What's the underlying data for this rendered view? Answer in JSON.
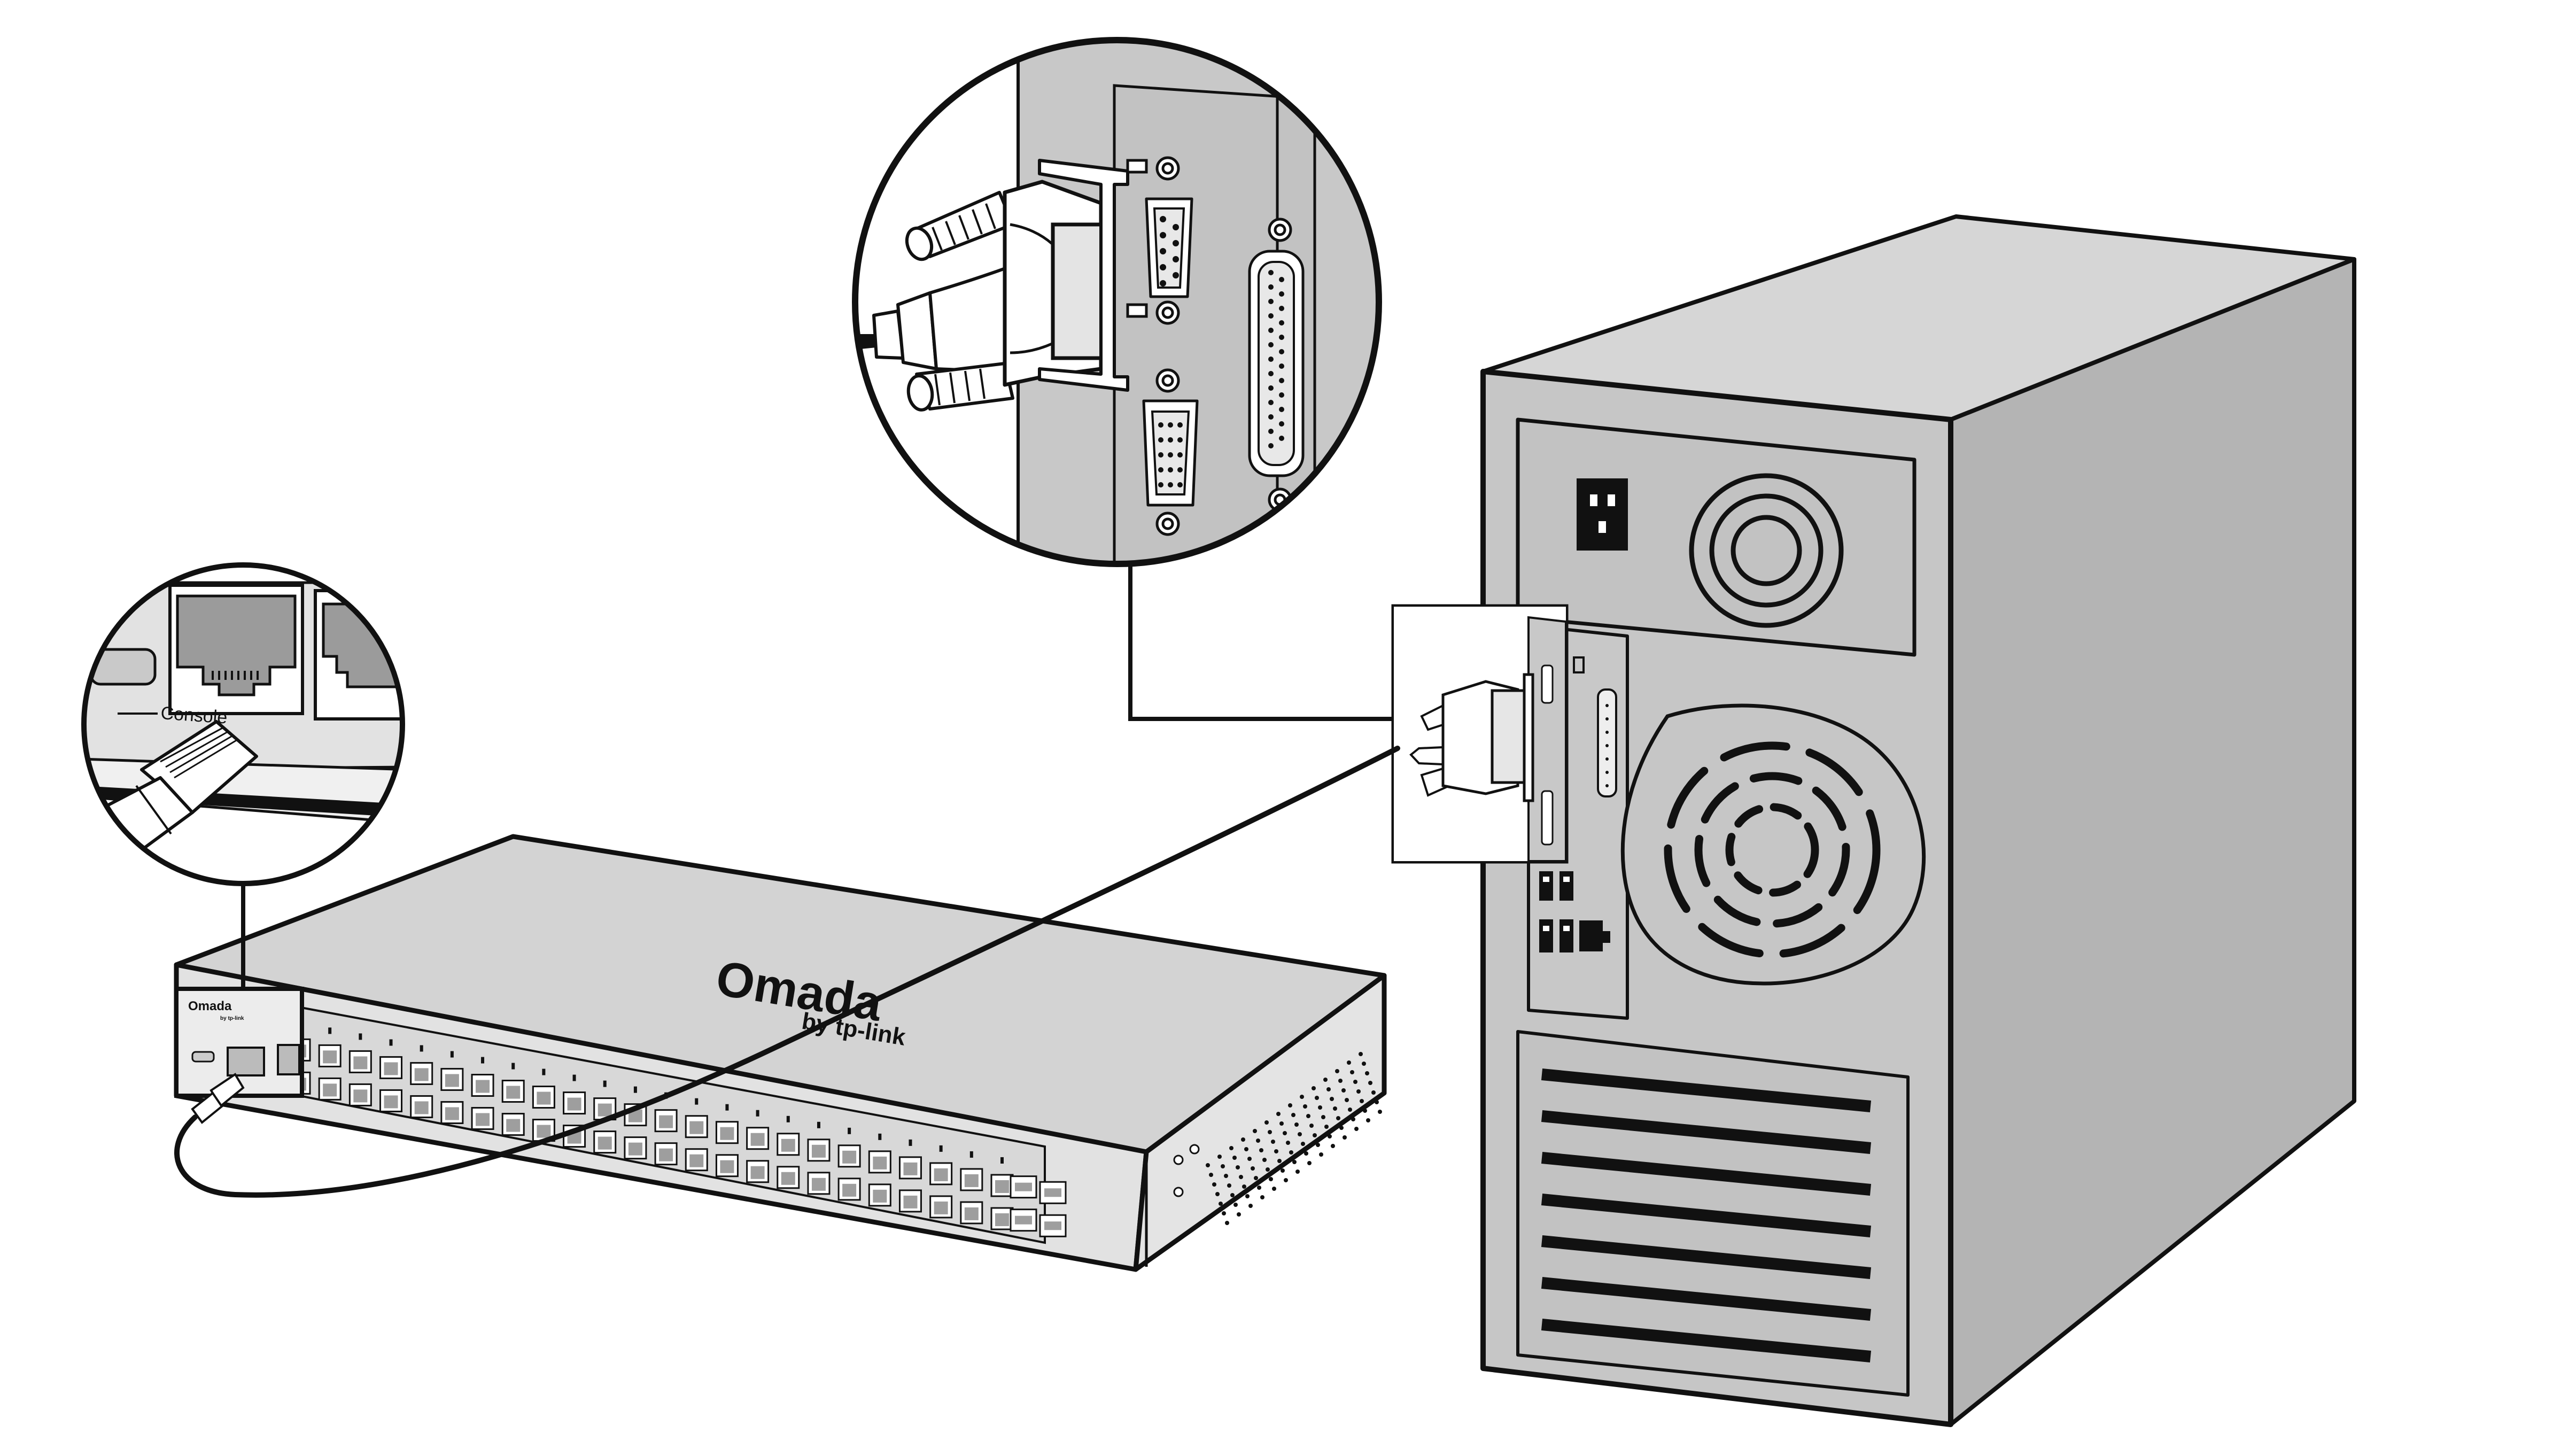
{
  "switch": {
    "brand": "Omada",
    "brand_sub": "by tp-link",
    "panel_brand": "Omada",
    "panel_sub": "by tp-link",
    "rj45_port_count": 48,
    "sfp_port_count": 4
  },
  "zoom_console": {
    "port_label": "Console"
  },
  "colors": {
    "stroke": "#111111",
    "switch_body": "#d3d3d3",
    "switch_front": "#e2e2e2",
    "pc_body": "#c6c6c6",
    "pc_side": "#b4b4b4",
    "pc_top": "#d6d6d6",
    "panel": "#eeeeee",
    "background": "#ffffff"
  },
  "icons": {
    "switch": "network-switch-icon",
    "pc": "desktop-tower-icon",
    "db9": "serial-db9-connector-icon",
    "rj45": "rj45-plug-icon",
    "fan": "fan-grille-icon",
    "power": "power-socket-icon"
  }
}
